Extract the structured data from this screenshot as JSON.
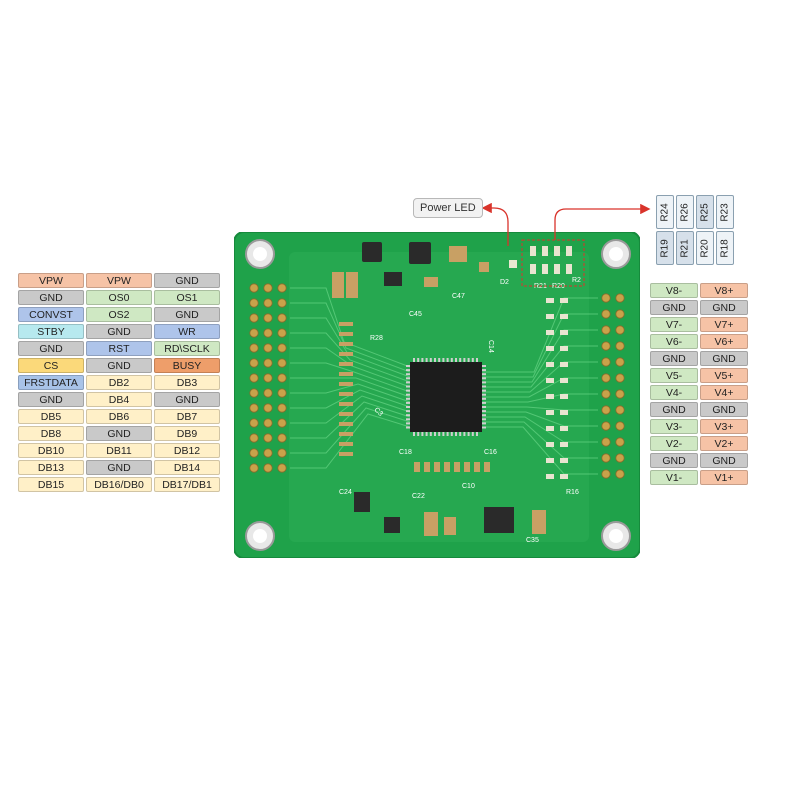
{
  "left_header": {
    "rows": [
      [
        {
          "label": "VPW",
          "color": "orange"
        },
        {
          "label": "VPW",
          "color": "orange"
        },
        {
          "label": "GND",
          "color": "gray"
        }
      ],
      [
        {
          "label": "GND",
          "color": "gray"
        },
        {
          "label": "OS0",
          "color": "green"
        },
        {
          "label": "OS1",
          "color": "green"
        }
      ],
      [
        {
          "label": "CONVST",
          "color": "blue"
        },
        {
          "label": "OS2",
          "color": "green"
        },
        {
          "label": "GND",
          "color": "gray"
        }
      ],
      [
        {
          "label": "STBY",
          "color": "cyan"
        },
        {
          "label": "GND",
          "color": "gray"
        },
        {
          "label": "WR",
          "color": "blue"
        }
      ],
      [
        {
          "label": "GND",
          "color": "gray"
        },
        {
          "label": "RST",
          "color": "blue"
        },
        {
          "label": "RD\\SCLK",
          "color": "green"
        }
      ],
      [
        {
          "label": "CS",
          "color": "yellow"
        },
        {
          "label": "GND",
          "color": "gray"
        },
        {
          "label": "BUSY",
          "color": "dkorange"
        }
      ],
      [
        {
          "label": "FRSTDATA",
          "color": "blue2"
        },
        {
          "label": "DB2",
          "color": "cream"
        },
        {
          "label": "DB3",
          "color": "cream"
        }
      ],
      [
        {
          "label": "GND",
          "color": "gray"
        },
        {
          "label": "DB4",
          "color": "cream"
        },
        {
          "label": "GND",
          "color": "gray"
        }
      ],
      [
        {
          "label": "DB5",
          "color": "cream"
        },
        {
          "label": "DB6",
          "color": "cream"
        },
        {
          "label": "DB7",
          "color": "cream"
        }
      ],
      [
        {
          "label": "DB8",
          "color": "cream"
        },
        {
          "label": "GND",
          "color": "gray"
        },
        {
          "label": "DB9",
          "color": "cream"
        }
      ],
      [
        {
          "label": "DB10",
          "color": "cream"
        },
        {
          "label": "DB11",
          "color": "cream"
        },
        {
          "label": "DB12",
          "color": "cream"
        }
      ],
      [
        {
          "label": "DB13",
          "color": "cream"
        },
        {
          "label": "GND",
          "color": "gray"
        },
        {
          "label": "DB14",
          "color": "cream"
        }
      ],
      [
        {
          "label": "DB15",
          "color": "cream"
        },
        {
          "label": "DB16/DB0",
          "color": "cream"
        },
        {
          "label": "DB17/DB1",
          "color": "cream"
        }
      ]
    ]
  },
  "right_header": {
    "rows": [
      [
        {
          "label": "V8-",
          "color": "green"
        },
        {
          "label": "V8+",
          "color": "orange"
        }
      ],
      [
        {
          "label": "GND",
          "color": "gray"
        },
        {
          "label": "GND",
          "color": "gray"
        }
      ],
      [
        {
          "label": "V7-",
          "color": "green"
        },
        {
          "label": "V7+",
          "color": "orange"
        }
      ],
      [
        {
          "label": "V6-",
          "color": "green"
        },
        {
          "label": "V6+",
          "color": "orange"
        }
      ],
      [
        {
          "label": "GND",
          "color": "gray"
        },
        {
          "label": "GND",
          "color": "gray"
        }
      ],
      [
        {
          "label": "V5-",
          "color": "green"
        },
        {
          "label": "V5+",
          "color": "orange"
        }
      ],
      [
        {
          "label": "V4-",
          "color": "green"
        },
        {
          "label": "V4+",
          "color": "orange"
        }
      ],
      [
        {
          "label": "GND",
          "color": "gray"
        },
        {
          "label": "GND",
          "color": "gray"
        }
      ],
      [
        {
          "label": "V3-",
          "color": "green"
        },
        {
          "label": "V3+",
          "color": "orange"
        }
      ],
      [
        {
          "label": "V2-",
          "color": "green"
        },
        {
          "label": "V2+",
          "color": "orange"
        }
      ],
      [
        {
          "label": "GND",
          "color": "gray"
        },
        {
          "label": "GND",
          "color": "gray"
        }
      ],
      [
        {
          "label": "V1-",
          "color": "green"
        },
        {
          "label": "V1+",
          "color": "orange"
        }
      ]
    ]
  },
  "callouts": {
    "power_led": "Power LED",
    "resistors_top": [
      "R24",
      "R26",
      "R25",
      "R23"
    ],
    "resistors_bottom": [
      "R19",
      "R21",
      "R20",
      "R18"
    ]
  },
  "board_labels": {
    "c47": "C47",
    "c45": "C45",
    "c14": "C14",
    "c18": "C18",
    "c16": "C16",
    "c10": "C10",
    "c24": "C24",
    "c22": "C22",
    "c35": "C35",
    "r28": "R28",
    "r16": "R16",
    "r21": "R21",
    "r20": "R20",
    "r2": "R2",
    "d2": "D2",
    "c3": "C3"
  },
  "colors": {
    "pcb": "#1fa24a",
    "pcb_light": "#35b55c",
    "ic": "#1c1c1c",
    "pad": "#c9a24a",
    "arrow": "#d9332b"
  }
}
